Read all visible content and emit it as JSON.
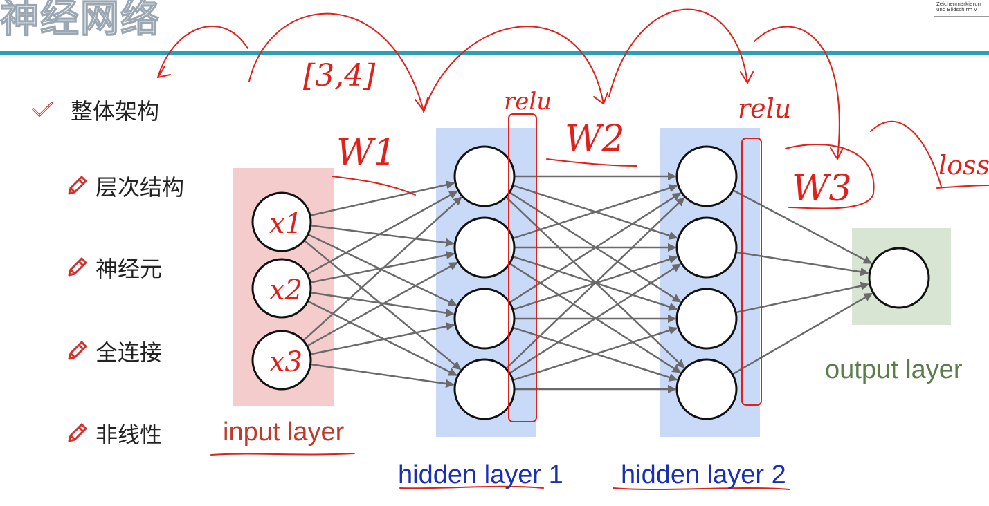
{
  "slide": {
    "title": "神经网络",
    "corner_note": "Zeichenmarkierun und Bildschirm v"
  },
  "bullets": {
    "main": {
      "label": "整体架构",
      "icon": "check-icon"
    },
    "items": [
      {
        "label": "层次结构",
        "icon": "pencil-icon"
      },
      {
        "label": "神经元",
        "icon": "pencil-icon"
      },
      {
        "label": "全连接",
        "icon": "pencil-icon"
      },
      {
        "label": "非线性",
        "icon": "pencil-icon"
      }
    ]
  },
  "layers": {
    "input": {
      "label": "input layer",
      "color": "#c0392b",
      "bg": "#f4cccc",
      "nodes": [
        "x1",
        "x2",
        "x3"
      ]
    },
    "hidden1": {
      "label": "hidden layer 1",
      "color": "#1a2fb8",
      "bg": "#c9daf8",
      "node_count": 4
    },
    "hidden2": {
      "label": "hidden layer 2",
      "color": "#1a2fb8",
      "bg": "#c9daf8",
      "node_count": 4
    },
    "output": {
      "label": "output layer",
      "color": "#5a7d4a",
      "bg": "#d9e5d3",
      "node_count": 1
    }
  },
  "annotations": {
    "ink_color": "#e0201a",
    "shape_note": "[3,4]",
    "weights": [
      "W1",
      "W2",
      "W3"
    ],
    "activations": [
      "relu",
      "relu"
    ],
    "loss": "loss"
  }
}
